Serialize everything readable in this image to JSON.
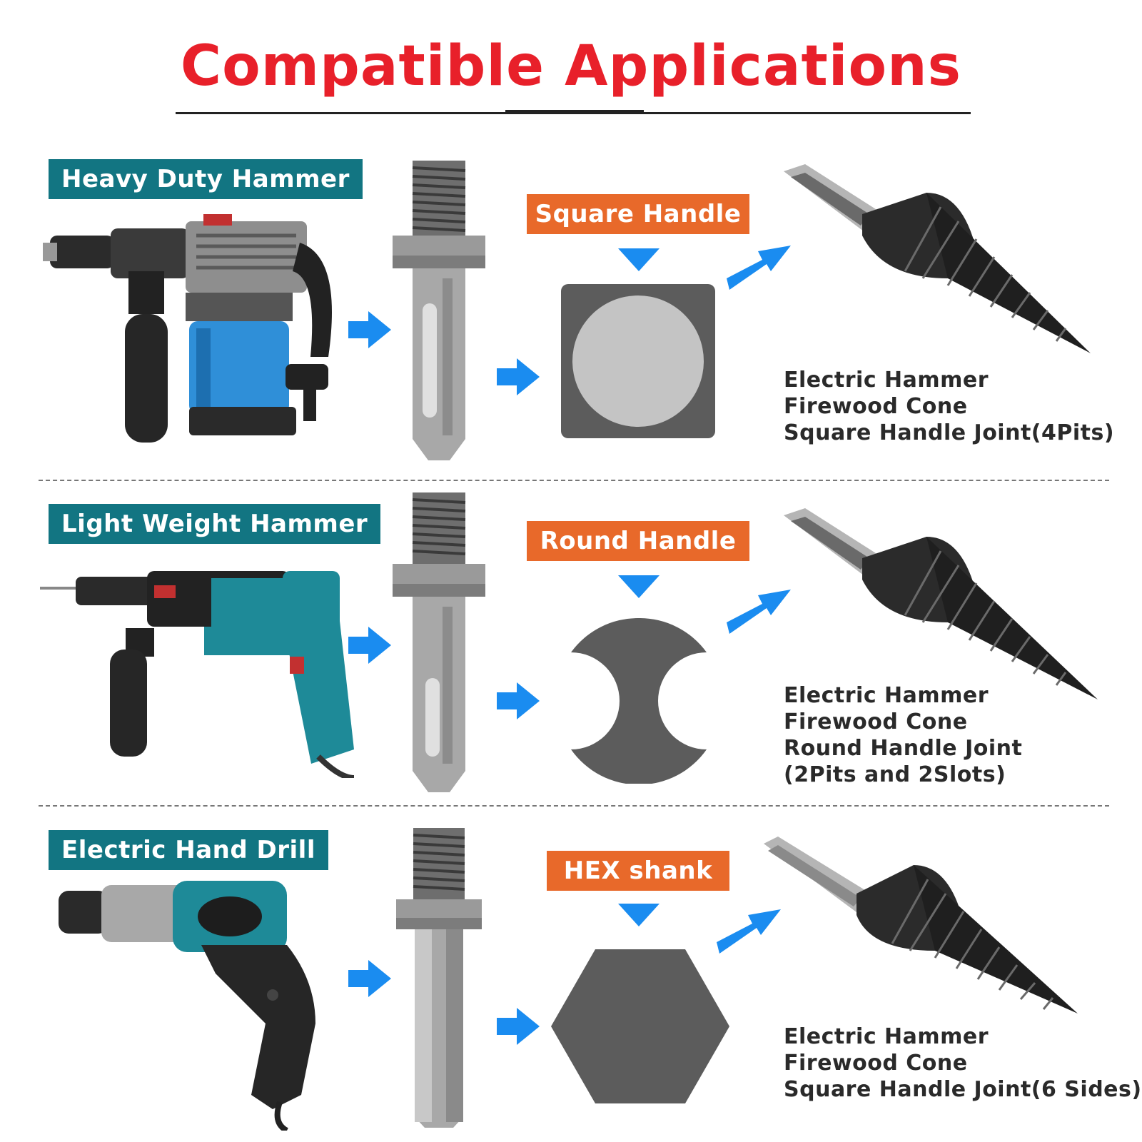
{
  "title": "Compatible Applications",
  "colors": {
    "title_red": "#e8202a",
    "tool_label_bg": "#127582",
    "handle_label_bg": "#e8692a",
    "arrow_blue": "#1a8cf0",
    "shape_gray": "#5c5c5c"
  },
  "rows": [
    {
      "tool": "Heavy Duty Hammer",
      "handle": "Square Handle",
      "shape": "square-with-circle",
      "desc": [
        "Electric Hammer",
        "Firewood Cone",
        "Square Handle Joint(4Pits)"
      ]
    },
    {
      "tool": "Light Weight Hammer",
      "handle": "Round Handle",
      "shape": "circle-with-two-slots",
      "desc": [
        "Electric Hammer",
        "Firewood Cone",
        "Round Handle Joint",
        "(2Pits and 2Slots)"
      ]
    },
    {
      "tool": "Electric Hand Drill",
      "handle": "HEX shank",
      "shape": "hexagon",
      "desc": [
        "Electric Hammer",
        "Firewood Cone",
        "Square Handle Joint(6 Sides)"
      ]
    }
  ]
}
